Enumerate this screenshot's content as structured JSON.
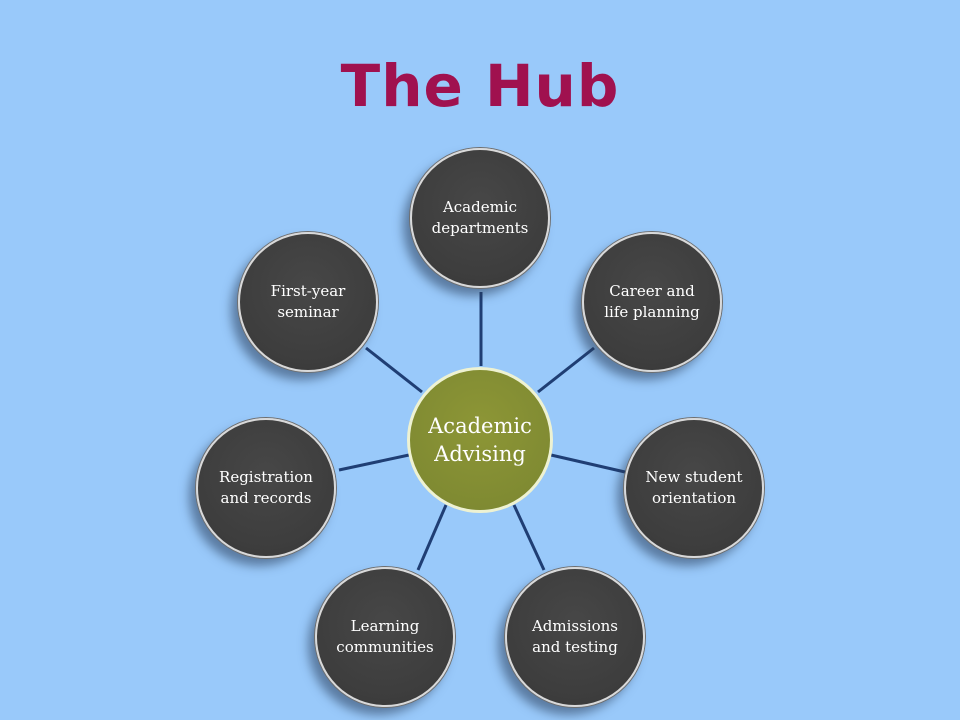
{
  "title": "The Hub",
  "hub": {
    "label": "Academic Advising",
    "line1": "Academic",
    "line2": "Advising"
  },
  "nodes": [
    {
      "line1": "Academic",
      "line2": "departments"
    },
    {
      "line1": "Career and",
      "line2": "life planning"
    },
    {
      "line1": "New student",
      "line2": "orientation"
    },
    {
      "line1": "Admissions",
      "line2": "and testing"
    },
    {
      "line1": "Learning",
      "line2": "communities"
    },
    {
      "line1": "Registration",
      "line2": "and records"
    },
    {
      "line1": "First-year",
      "line2": "seminar"
    }
  ],
  "colors": {
    "background": "#99c9fa",
    "title": "#a0114f",
    "hub_fill": "#7f8a32",
    "node_fill": "#404040",
    "connector": "#1f3e74"
  }
}
